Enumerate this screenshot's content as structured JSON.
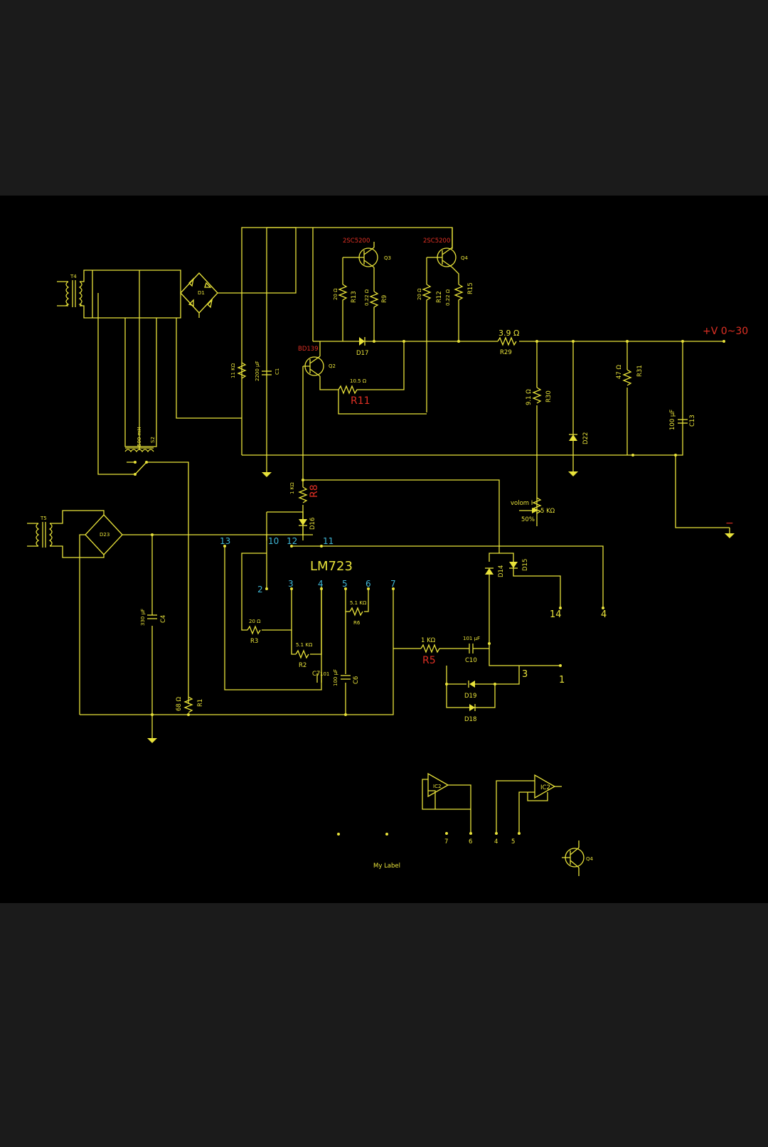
{
  "labels": {
    "t4": "T4",
    "t5": "T5",
    "d1": "D1",
    "d23": "D23",
    "l500": "500 mH",
    "s2": "S2",
    "r11k": "11 KΩ",
    "c2200": "2200 μF",
    "c1": "C1",
    "q3_model": "2SC5200",
    "q4_model": "2SC5200",
    "q3": "Q3",
    "q4": "Q4",
    "r13_val": "20 Ω",
    "r13": "R13",
    "r9_val": "0.22 Ω",
    "r9": "R9",
    "r12_val": "20 Ω",
    "r12": "R12",
    "r15_val": "0.22 Ω",
    "r15": "R15",
    "d17": "D17",
    "bd139": "BD139",
    "q2": "Q2",
    "r11_val": "10.5 Ω",
    "r11": "R11",
    "r29_val": "3.9 Ω",
    "r29": "R29",
    "vout": "+V  0~30",
    "r30_val": "9.1 Ω",
    "r30": "R30",
    "d22": "D22",
    "r31_val": "47 Ω",
    "r31": "R31",
    "c13_val": "100 μF",
    "c13": "C13",
    "r8_val": "1 KΩ",
    "r8": "R8",
    "d16": "D16",
    "pot_label": "volom I",
    "pot_val": "5 KΩ",
    "pot_pct": "50%",
    "minus": "−",
    "lm723": "LM723",
    "pin13": "13",
    "pin10": "10",
    "pin12": "12",
    "pin11": "11",
    "pin2": "2",
    "pin3": "3",
    "pin4": "4",
    "pin5": "5",
    "pin6": "6",
    "pin7": "7",
    "d14": "D14",
    "d15": "D15",
    "out14": "14",
    "out4": "4",
    "c4_val": "330 μF",
    "c4": "C4",
    "r3_val": "20 Ω",
    "r3": "R3",
    "r2_val": "5.1 KΩ",
    "r2": "R2",
    "r6_val": "5.1 KΩ",
    "r6": "R6",
    "c7": "C7",
    "c7_val": "101",
    "c6_val": "100 μF",
    "c6": "C6",
    "r5_val": "1 KΩ",
    "r5": "R5",
    "c10_val": "101 μF",
    "c10": "C10",
    "out3": "3",
    "out1": "1",
    "d19": "D19",
    "d18": "D18",
    "r1_val": "68 Ω",
    "r1": "R1",
    "ic2a": "IC2",
    "ic2b": "IC2",
    "ic_pin7": "7",
    "ic_pin6": "6",
    "ic_pin4": "4",
    "ic_pin5": "5",
    "my_label": "My Label",
    "q4b": "Q4"
  }
}
